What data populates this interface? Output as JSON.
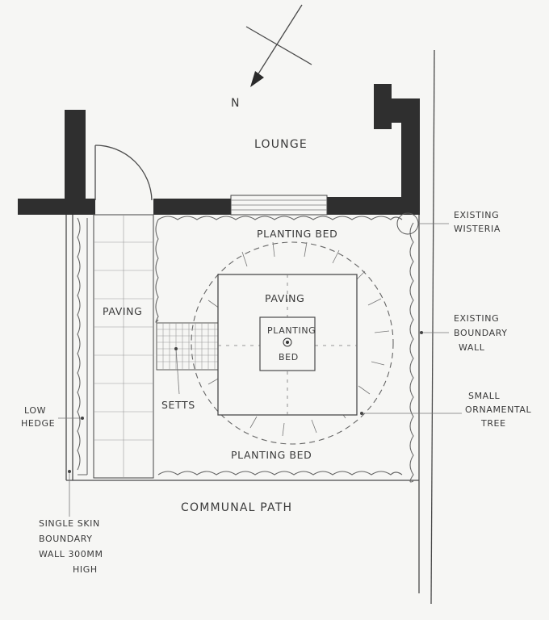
{
  "north_label": "N",
  "rooms": {
    "lounge": "LOUNGE"
  },
  "areas": {
    "planting_bed_top": "PLANTING BED",
    "planting_bed_bottom": "PLANTING BED",
    "paving_side": "PAVING",
    "paving_center": "PAVING",
    "planting_center_1": "PLANTING",
    "planting_center_2": "BED",
    "setts": "SETTS",
    "communal_path": "COMMUNAL PATH"
  },
  "annotations": {
    "wisteria_1": "EXISTING",
    "wisteria_2": "WISTERIA",
    "boundary_1": "EXISTING",
    "boundary_2": "BOUNDARY",
    "boundary_3": "WALL",
    "tree_1": "SMALL",
    "tree_2": "ORNAMENTAL",
    "tree_3": "TREE",
    "hedge_1": "LOW",
    "hedge_2": "HEDGE",
    "wall_1": "SINGLE SKIN",
    "wall_2": "BOUNDARY",
    "wall_3": "WALL 300MM",
    "wall_4": "HIGH"
  },
  "colors": {
    "wall": "#2f2f2f",
    "pencil": "#4a4a4a",
    "paper": "#f6f6f4"
  }
}
